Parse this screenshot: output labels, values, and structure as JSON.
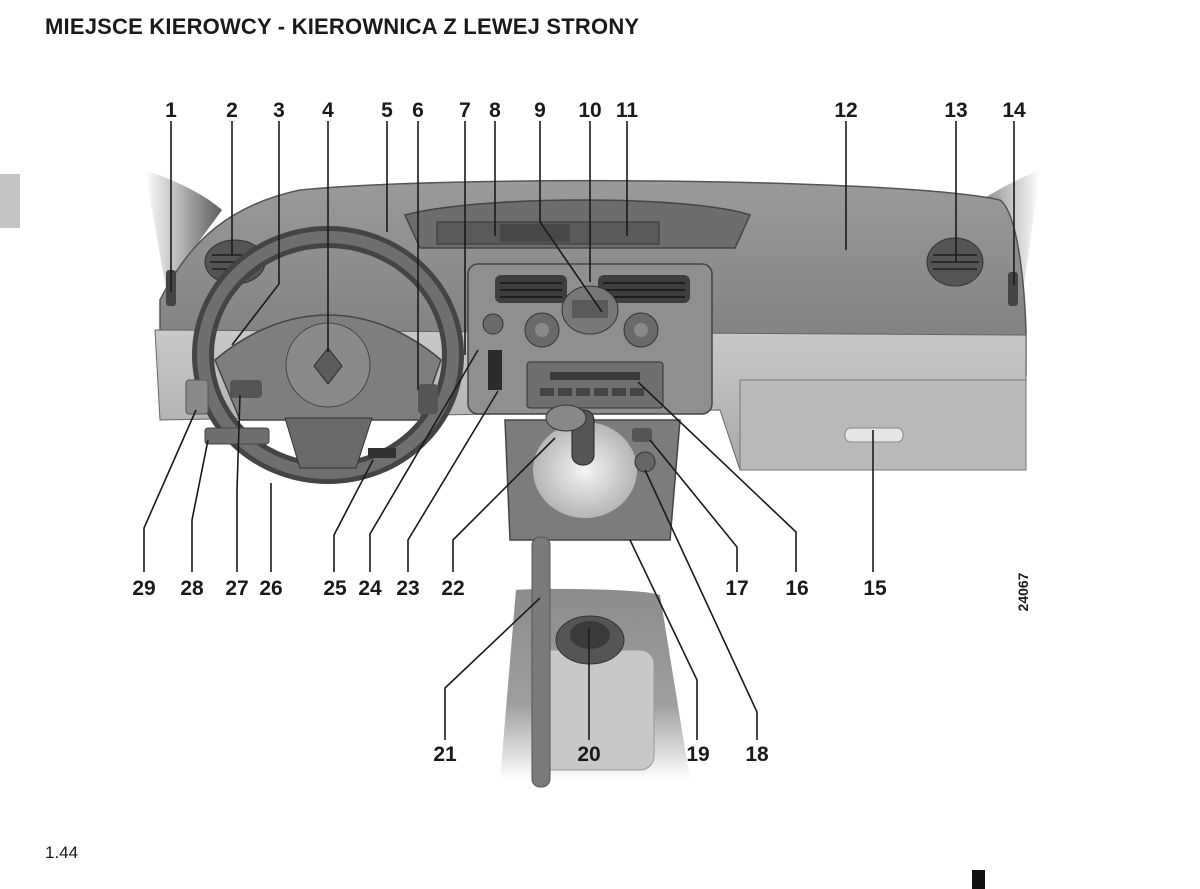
{
  "page": {
    "title": "MIEJSCE KIEROWCY - KIEROWNICA Z LEWEJ STRONY",
    "page_number": "1.44",
    "image_reference": "24067"
  },
  "figure": {
    "callouts": [
      "1",
      "2",
      "3",
      "4",
      "5",
      "6",
      "7",
      "8",
      "9",
      "10",
      "11",
      "12",
      "13",
      "14",
      "15",
      "16",
      "17",
      "18",
      "19",
      "20",
      "21",
      "22",
      "23",
      "24",
      "25",
      "26",
      "27",
      "28",
      "29"
    ]
  }
}
